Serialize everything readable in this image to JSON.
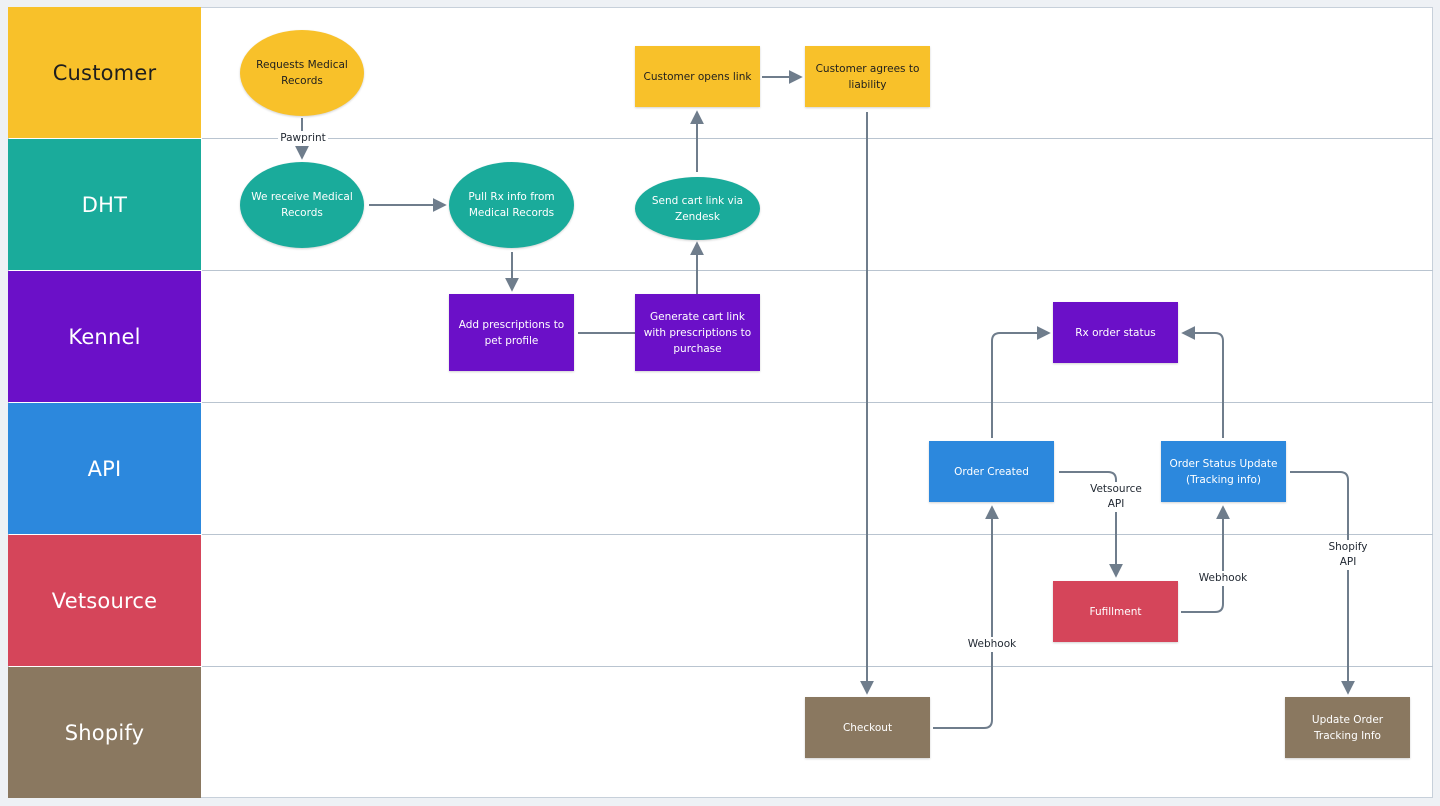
{
  "lanes": {
    "customer": {
      "label": "Customer",
      "color": "#f8c12a",
      "text_color": "#1e1e1e"
    },
    "dht": {
      "label": "DHT",
      "color": "#1aab9b",
      "text_color": "#ffffff"
    },
    "kennel": {
      "label": "Kennel",
      "color": "#6b10c8",
      "text_color": "#ffffff"
    },
    "api": {
      "label": "API",
      "color": "#2c88dd",
      "text_color": "#ffffff"
    },
    "vetsource": {
      "label": "Vetsource",
      "color": "#d5455a",
      "text_color": "#ffffff"
    },
    "shopify": {
      "label": "Shopify",
      "color": "#8a7860",
      "text_color": "#ffffff"
    }
  },
  "nodes": {
    "requests_records": "Requests Medical Records",
    "customer_opens_link": "Customer opens link",
    "customer_agrees": "Customer agrees to liability",
    "receive_records": "We receive Medical Records",
    "pull_rx": "Pull Rx info from Medical Records",
    "send_cart_link": "Send cart link via Zendesk",
    "add_prescriptions": "Add prescriptions to pet profile",
    "generate_cart_link": "Generate cart link with prescriptions to purchase",
    "rx_order_status": "Rx order status",
    "order_created": "Order Created",
    "order_status_update": "Order Status Update (Tracking info)",
    "fulfillment": "Fufillment",
    "checkout": "Checkout",
    "update_order_tracking": "Update Order Tracking Info"
  },
  "edge_labels": {
    "pawprint": "Pawprint",
    "vetsource_api": "Vetsource API",
    "webhook_fulfillment": "Webhook",
    "webhook_checkout": "Webhook",
    "shopify_api": "Shopify API"
  },
  "colors": {
    "edge": "#6f7d8c",
    "lane_border": "#b9c4d0",
    "board_background": "#ffffff"
  }
}
